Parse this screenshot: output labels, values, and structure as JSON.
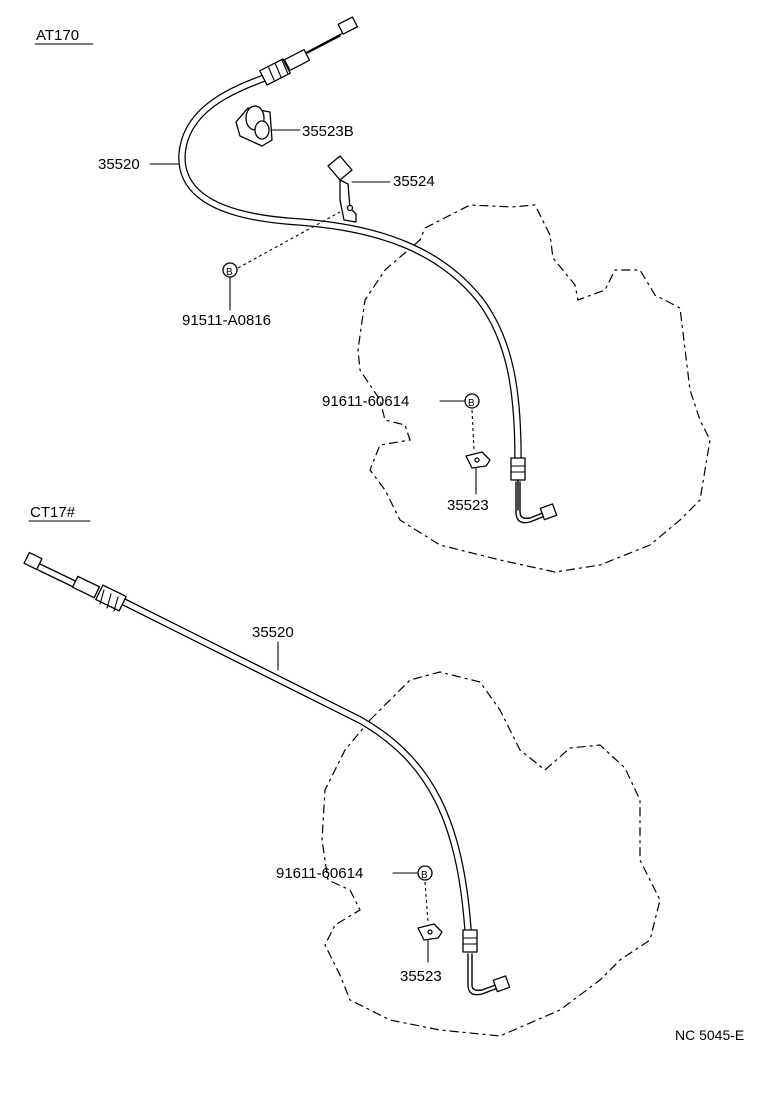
{
  "sections": {
    "at170": {
      "title": "AT170",
      "labels": {
        "cable": "35520",
        "clamp": "35523B",
        "bracket": "35524",
        "bolt": "91511-A0816",
        "bolt_b": "91611-60614",
        "clip": "35523"
      },
      "bolt_marker": "B"
    },
    "ct17": {
      "title": "CT17#",
      "labels": {
        "cable": "35520",
        "bolt_b": "91611-60614",
        "clip": "35523"
      },
      "bolt_marker": "B"
    }
  },
  "footer": {
    "code": "NC 5045-E"
  }
}
